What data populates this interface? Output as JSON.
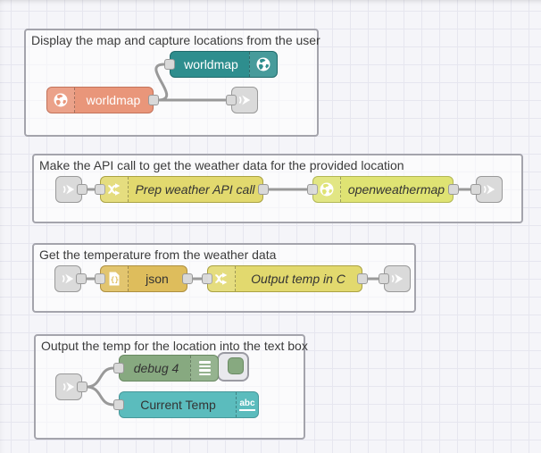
{
  "editor": {
    "name": "Node-RED flow editor canvas"
  },
  "colors": {
    "worldmap_display": "#2E8E8E",
    "worldmap_in": "#E9967A",
    "change_node": "#E2D96E",
    "openweathermap": "#DFE373",
    "json_node": "#DEBD5C",
    "debug_node": "#87A980",
    "ui_text_node": "#5BBCBD",
    "link_node": "#dadada",
    "wire": "#999999",
    "group_border": "#a4a4ac"
  },
  "groups": [
    {
      "title": "Display the map and capture locations from the user"
    },
    {
      "title": "Make the API call to get the weather data for the provided location"
    },
    {
      "title": "Get the temperature from the weather data"
    },
    {
      "title": "Output the temp for the location into the text box"
    }
  ],
  "nodes": {
    "worldmap_display": {
      "label": "worldmap",
      "icon": "globe-icon"
    },
    "worldmap_in": {
      "label": "worldmap",
      "icon": "globe-icon"
    },
    "prep_weather": {
      "label": "Prep weather API call",
      "icon": "shuffle-icon"
    },
    "openweathermap": {
      "label": "openweathermap",
      "icon": "globe-icon"
    },
    "json_parser": {
      "label": "json",
      "icon": "json-file-icon"
    },
    "output_temp": {
      "label": "Output temp in C",
      "icon": "shuffle-icon"
    },
    "debug": {
      "label": "debug 4",
      "icon": "debug-list-icon"
    },
    "current_temp": {
      "label": "Current Temp",
      "icon_text": "abc"
    }
  },
  "wires": [
    {
      "from": "worldmap-in",
      "to": "worldmap-display"
    },
    {
      "from": "worldmap-in",
      "to": "link-out-1"
    },
    {
      "from": "link-in-2",
      "to": "prep-weather-api-call"
    },
    {
      "from": "prep-weather-api-call",
      "to": "openweathermap"
    },
    {
      "from": "openweathermap",
      "to": "link-out-2"
    },
    {
      "from": "link-in-3",
      "to": "json"
    },
    {
      "from": "json",
      "to": "output-temp-in-c"
    },
    {
      "from": "output-temp-in-c",
      "to": "link-out-3"
    },
    {
      "from": "link-in-4",
      "to": "debug-4"
    },
    {
      "from": "link-in-4",
      "to": "current-temp"
    }
  ]
}
